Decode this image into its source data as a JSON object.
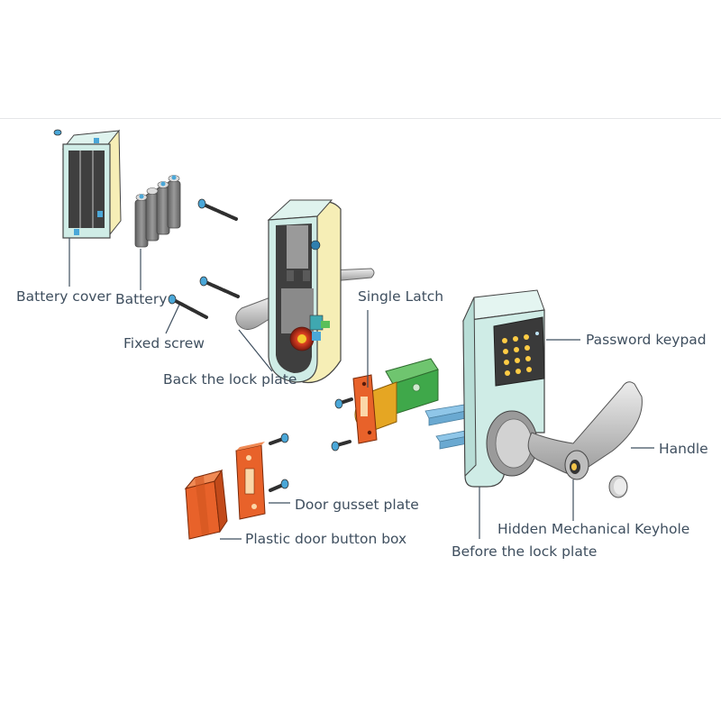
{
  "labels": {
    "battery_cover": "Battery cover",
    "battery": "Battery",
    "fixed_screw": "Fixed screw",
    "back_plate": "Back the lock plate",
    "single_latch": "Single Latch",
    "password_keypad": "Password keypad",
    "handle": "Handle",
    "door_gusset_plate": "Door gusset plate",
    "plastic_box": "Plastic door button box",
    "hidden_keyhole": "Hidden Mechanical Keyhole",
    "front_plate": "Before the lock plate"
  },
  "colors": {
    "mint_body": "#cfece6",
    "cream_panel": "#f6eeb6",
    "dark_slot": "#3f3f3f",
    "battery_gray": "#7a7a7a",
    "screw_dark": "#2f2f2f",
    "screw_tip": "#4aa7d8",
    "orange_part": "#e8622a",
    "green_board": "#3fa84a",
    "brass": "#e5a623",
    "spindle_blue": "#8fc6e8",
    "handle_gray": "#d4d4d4",
    "leader": "#3f4f5f"
  }
}
